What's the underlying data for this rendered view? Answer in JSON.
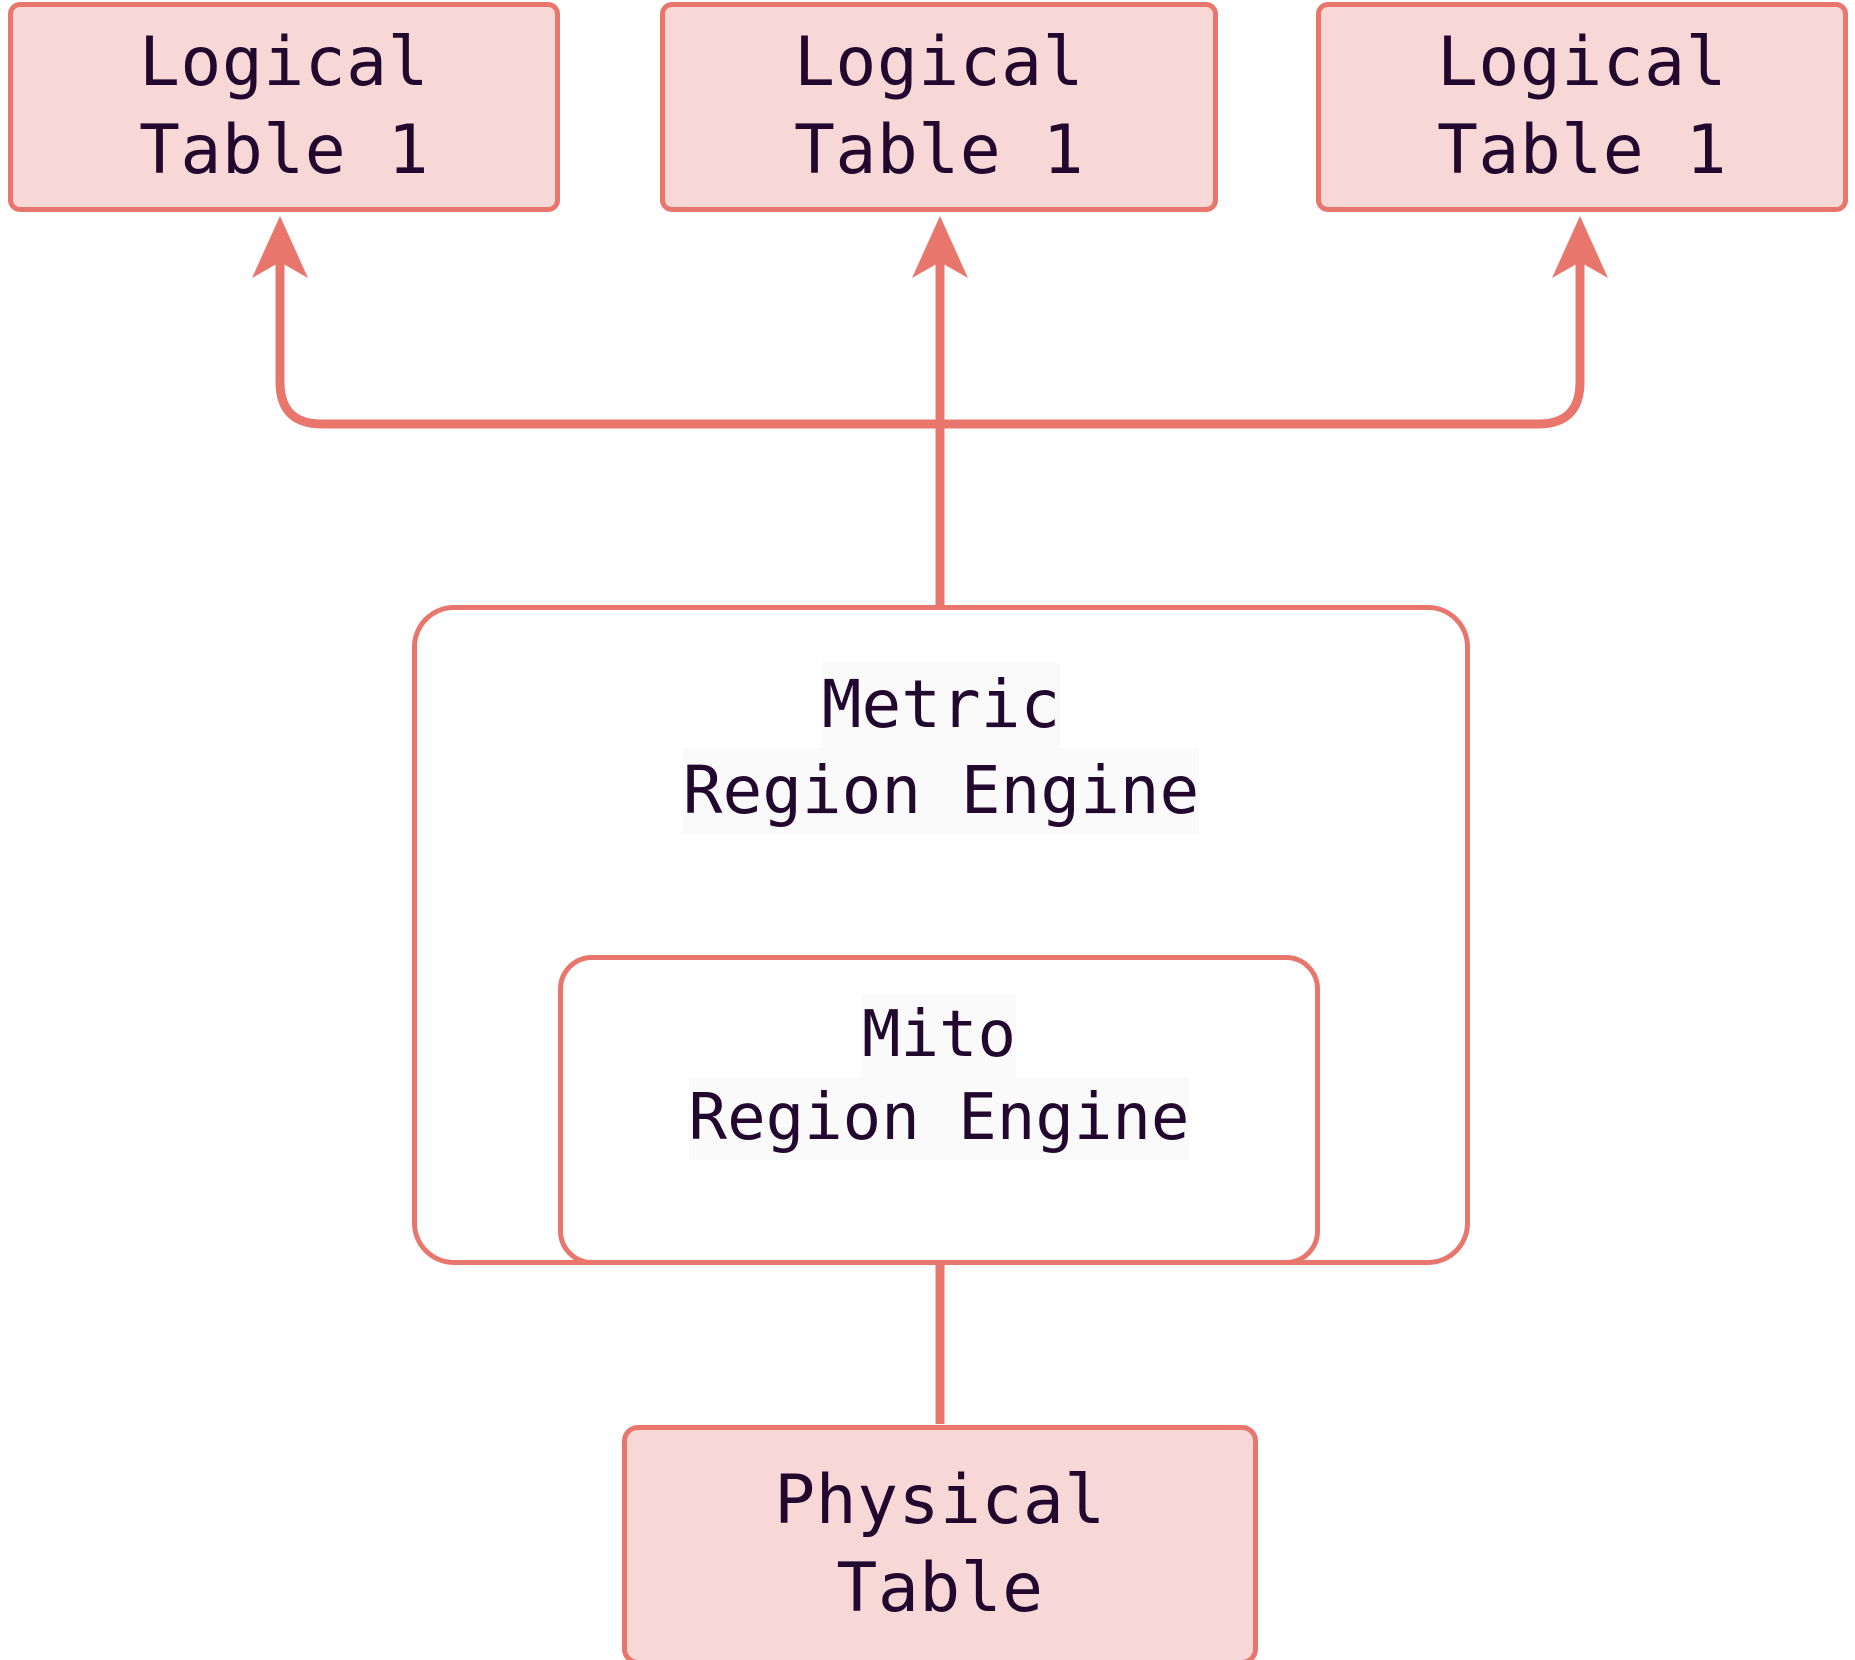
{
  "diagram": {
    "title": "Region engine layering diagram",
    "colors": {
      "node_fill_pink": "#f8d7d7",
      "node_fill_white": "#ffffff",
      "stroke": "#e8766c",
      "text": "#22082e",
      "background": "#ffffff"
    },
    "nodes": [
      {
        "id": "logical-table-1a",
        "line1": "Logical",
        "line2": "Table 1",
        "style": "pink-rect"
      },
      {
        "id": "logical-table-1b",
        "line1": "Logical",
        "line2": "Table 1",
        "style": "pink-rect"
      },
      {
        "id": "logical-table-1c",
        "line1": "Logical",
        "line2": "Table 1",
        "style": "pink-rect"
      },
      {
        "id": "metric-region-engine",
        "line1": "Metric",
        "line2": "Region Engine",
        "style": "white-rounded"
      },
      {
        "id": "mito-region-engine",
        "line1": "Mito",
        "line2": "Region Engine",
        "style": "white-rounded"
      },
      {
        "id": "physical-table",
        "line1": "Physical",
        "line2": "Table",
        "style": "pink-rect"
      }
    ],
    "edges": [
      {
        "from": "metric-region-engine",
        "to": "logical-table-1a",
        "direction": "up",
        "arrowhead": true
      },
      {
        "from": "metric-region-engine",
        "to": "logical-table-1b",
        "direction": "up",
        "arrowhead": true
      },
      {
        "from": "metric-region-engine",
        "to": "logical-table-1c",
        "direction": "up",
        "arrowhead": true
      },
      {
        "from": "physical-table",
        "to": "mito-region-engine",
        "direction": "up",
        "arrowhead": true
      }
    ]
  }
}
